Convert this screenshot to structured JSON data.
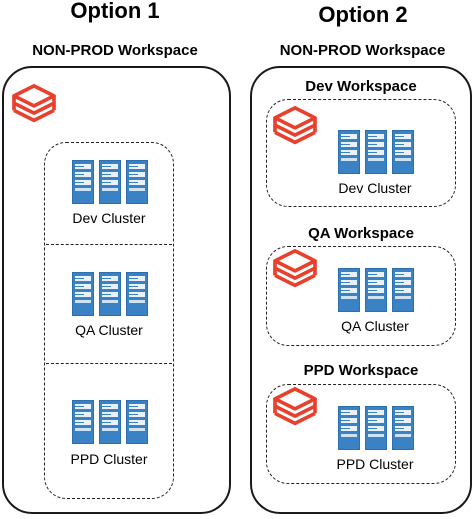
{
  "option1": {
    "title": "Option 1",
    "workspace_label": "NON-PROD Workspace",
    "clusters": [
      {
        "label": "Dev Cluster"
      },
      {
        "label": "QA Cluster"
      },
      {
        "label": "PPD Cluster"
      }
    ]
  },
  "option2": {
    "title": "Option 2",
    "workspace_label": "NON-PROD Workspace",
    "workspaces": [
      {
        "title": "Dev Workspace",
        "cluster_label": "Dev Cluster"
      },
      {
        "title": "QA Workspace",
        "cluster_label": "QA Cluster"
      },
      {
        "title": "PPD Workspace",
        "cluster_label": "PPD Cluster"
      }
    ]
  },
  "icons": {
    "workspace": "databricks-layers-icon",
    "cluster": "server-rack-icon"
  },
  "colors": {
    "databricks": "#e8402c",
    "server": "#3a82c4",
    "server_dark": "#1f5e9a"
  }
}
